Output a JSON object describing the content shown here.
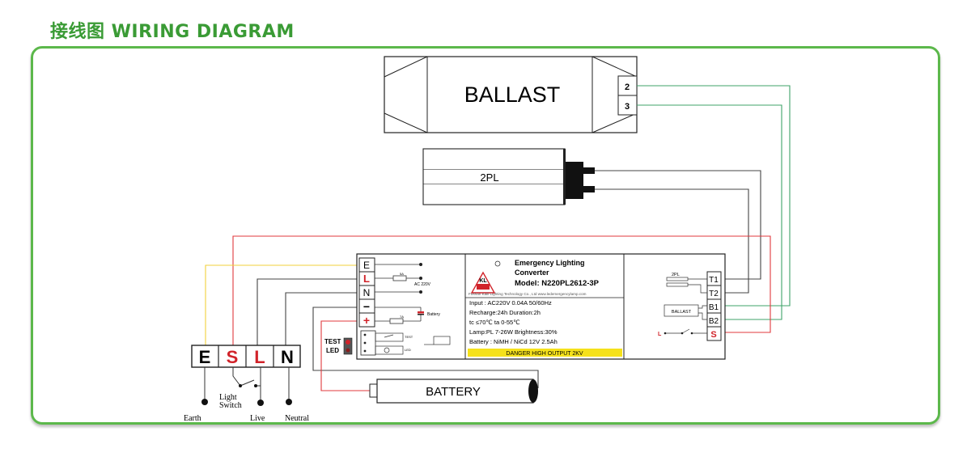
{
  "title": "接线图 WIRING DIAGRAM",
  "ballast": {
    "label": "BALLAST",
    "terminals": [
      "2",
      "3"
    ]
  },
  "lamp": {
    "label": "2PL"
  },
  "converter": {
    "left_terminals": [
      "E",
      "L",
      "N",
      "−",
      "+"
    ],
    "fuse_label": "5A",
    "ac_label": "AC 220V",
    "battery_small_label": "Battery",
    "fuse2_label": "7A",
    "test_small": "TEST",
    "led_small": "LED",
    "test_label": "TEST",
    "led_label": "LED",
    "logo_text": "KL",
    "product_name_line1": "Emergency Lighting",
    "product_name_line2": "Converter",
    "model": "Model: N220PL2612-3P",
    "company": "Foshan Kaili Lighting Technology Co., Ltd   www.ledemergencylamp.com",
    "specs": [
      "Input : AC220V  0.04A   50/60Hz",
      "Recharge:24h          Duration:2h",
      "tc ≤70℃                      ta  0-55℃",
      "Lamp:PL 7-26W      Brightness:30%",
      "Battery : NiMH / NiCd  12V  2.5Ah"
    ],
    "danger": "DANGER  HIGH OUTPUT  2KV",
    "right_terminals": [
      "T1",
      "T2",
      "B1",
      "B2",
      "S"
    ],
    "right_lamp_label": "2PL",
    "right_ballast_label": "BALLAST",
    "right_l_label": "L"
  },
  "mains_block": {
    "terminals": [
      "E",
      "S",
      "L",
      "N"
    ]
  },
  "mains_labels": {
    "earth": "Earth",
    "light_switch_1": "Light",
    "light_switch_2": "Switch",
    "live": "Live",
    "neutral": "Neutral"
  },
  "battery": {
    "label": "BATTERY"
  },
  "colors": {
    "title": "#3a9b35",
    "frame": "#5cb84b",
    "red_wire": "#e0393c",
    "green_wire": "#3fa36a",
    "yellow_wire": "#f2d03b",
    "danger_bar": "#f5e11b",
    "terminal_red": "#d1232a"
  }
}
